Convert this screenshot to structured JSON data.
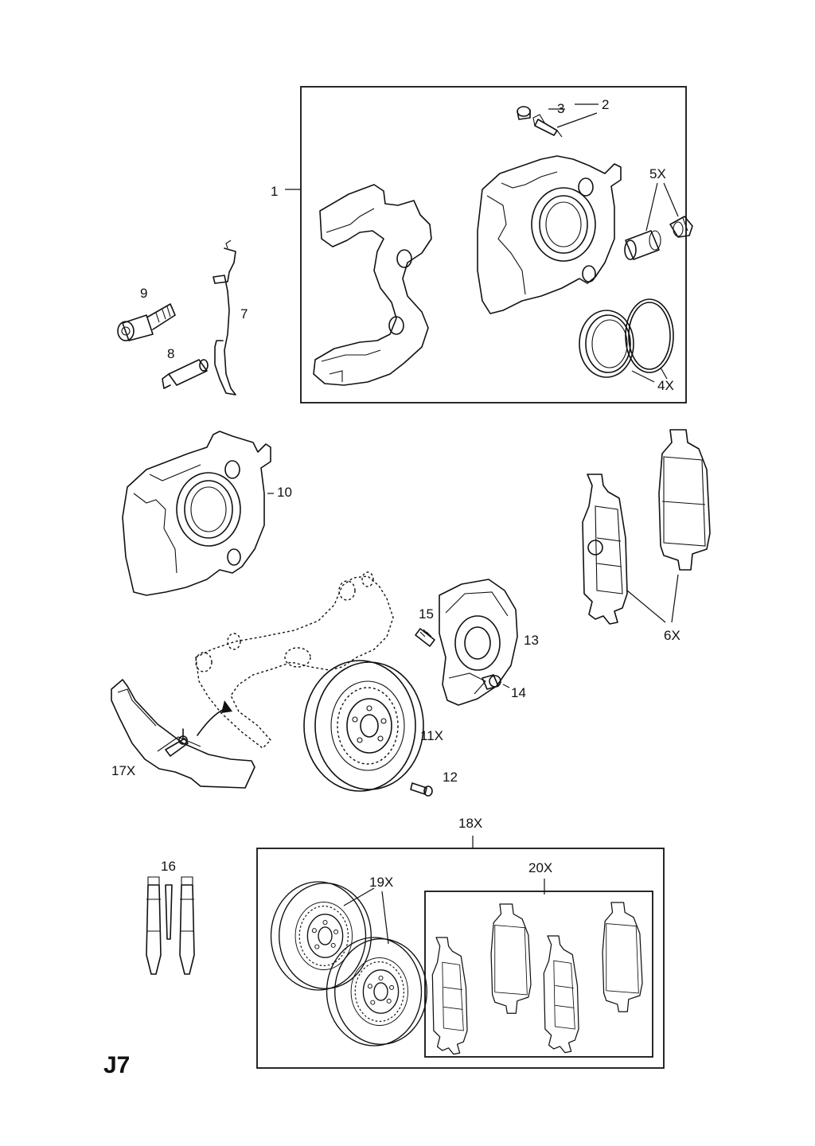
{
  "page_id": "J7",
  "callouts": {
    "c1": "1",
    "c2": "2",
    "c3": "3",
    "c4x": "4X",
    "c5x": "5X",
    "c6x": "6X",
    "c7": "7",
    "c8": "8",
    "c9": "9",
    "c10": "10",
    "c11x": "11X",
    "c12": "12",
    "c13": "13",
    "c14": "14",
    "c15": "15",
    "c16": "16",
    "c17x": "17X",
    "c18x": "18X",
    "c19x": "19X",
    "c20x": "20X"
  }
}
